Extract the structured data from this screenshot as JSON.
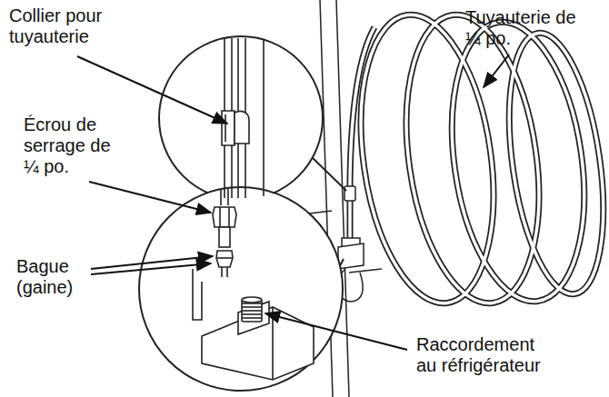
{
  "diagram": {
    "labels": [
      "Collier pour tuyauterie",
      "Tuyauterie de ¼ po.",
      "Écrou de serrage de ¼ po.",
      "Bague (gaine)",
      "Raccordement au réfrigérateur"
    ]
  }
}
